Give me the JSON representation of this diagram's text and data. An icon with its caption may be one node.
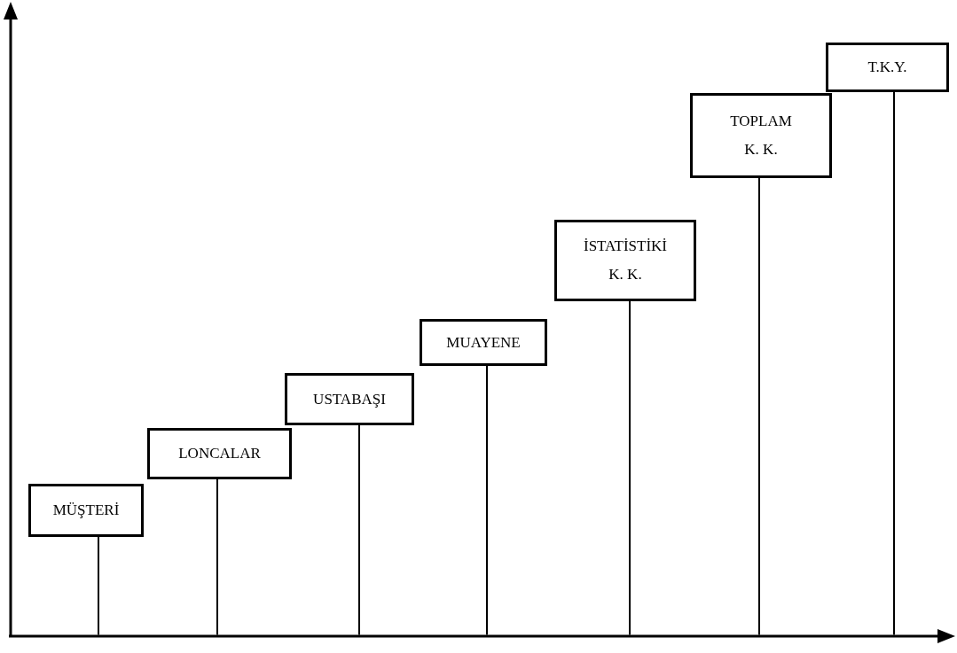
{
  "diagram": {
    "nodes": [
      {
        "text": [
          "MÜŞTERİ"
        ]
      },
      {
        "text": [
          "LONCALAR"
        ]
      },
      {
        "text": [
          "USTABAŞI"
        ]
      },
      {
        "text": [
          "MUAYENE"
        ]
      },
      {
        "text": [
          "İSTATİSTİKİ K. K."
        ]
      },
      {
        "text": [
          "TOPLAM K. K."
        ]
      },
      {
        "text": [
          "T.K.Y."
        ]
      },
      {
        "text": [],
        "shape": "bar"
      }
    ],
    "edges": [
      {
        "from": 0,
        "to": 7,
        "arrow": "none"
      },
      {
        "from": 1,
        "to": 7,
        "arrow": "none"
      },
      {
        "from": 2,
        "to": 7,
        "arrow": "none"
      },
      {
        "from": 3,
        "to": 7,
        "arrow": "none"
      },
      {
        "from": 4,
        "to": 7,
        "arrow": "none"
      },
      {
        "from": 5,
        "to": 7,
        "arrow": "none"
      },
      {
        "from": 6,
        "to": 7,
        "arrow": "none"
      }
    ]
  }
}
